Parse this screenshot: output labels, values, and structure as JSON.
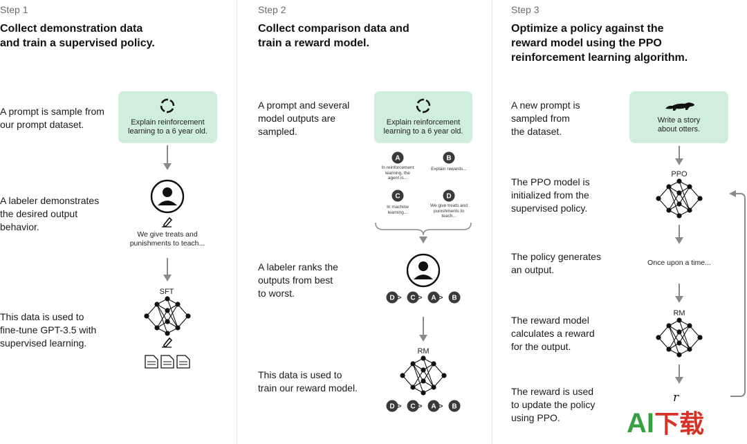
{
  "step1": {
    "step_label": "Step 1",
    "heading_line1": "Collect demonstration data",
    "heading_line2": "and train a supervised policy.",
    "desc1": [
      "A prompt is sample from",
      "our prompt dataset."
    ],
    "desc2": [
      "A labeler demonstrates",
      "the desired output",
      "behavior."
    ],
    "desc3": [
      "This data is used to",
      "fine-tune GPT-3.5 with",
      "supervised learning."
    ],
    "prompt_line1": "Explain reinforcement",
    "prompt_line2": "learning to a 6 year old.",
    "demo_line1": "We give treats and",
    "demo_line2": "punishments to teach...",
    "model_label": "SFT"
  },
  "step2": {
    "step_label": "Step 2",
    "heading_line1": "Collect comparison data and",
    "heading_line2": "train a reward model.",
    "desc1": [
      "A prompt and several",
      "model outputs are",
      "sampled."
    ],
    "desc2": [
      "A labeler ranks the",
      "outputs from best",
      "to worst."
    ],
    "desc3": [
      "This data is used to",
      "train our reward model."
    ],
    "prompt_line1": "Explain reinforcement",
    "prompt_line2": "learning to a 6 year old.",
    "outputs": [
      {
        "letter": "A",
        "text": [
          "In reinforcement",
          "learning, the",
          "agent is..."
        ]
      },
      {
        "letter": "B",
        "text": [
          "Explain rewards..."
        ]
      },
      {
        "letter": "C",
        "text": [
          "In machine",
          "learning..."
        ]
      },
      {
        "letter": "D",
        "text": [
          "We give treats and",
          "punishments to",
          "teach..."
        ]
      }
    ],
    "ranking": [
      "D",
      "C",
      "A",
      "B"
    ],
    "rank_sep": ">",
    "model_label": "RM"
  },
  "step3": {
    "step_label": "Step 3",
    "heading_line1": "Optimize a policy against the",
    "heading_line2": "reward model using the PPO",
    "heading_line3": "reinforcement learning algorithm.",
    "desc1": [
      "A new prompt is",
      "sampled from",
      "the dataset."
    ],
    "desc2": [
      "The PPO model is",
      "initialized from the",
      "supervised policy."
    ],
    "desc3": [
      "The policy generates",
      "an output."
    ],
    "desc4": [
      "The reward model",
      "calculates a reward",
      "for the output."
    ],
    "desc5": [
      "The reward is used",
      "to update the policy",
      "using PPO."
    ],
    "prompt_line1": "Write a story",
    "prompt_line2": "about otters.",
    "ppo_label": "PPO",
    "output_text": "Once upon a time...",
    "rm_label": "RM",
    "reward_symbol": "r"
  },
  "watermark": {
    "text_ai": "AI",
    "text_cn": "下载",
    "color_ai": "#2f9e3a",
    "color_cn": "#d62a1e"
  },
  "colors": {
    "prompt_box": "#cfeedb",
    "circle_dark": "#3a3a3a",
    "arrow": "#8a8a8a"
  }
}
